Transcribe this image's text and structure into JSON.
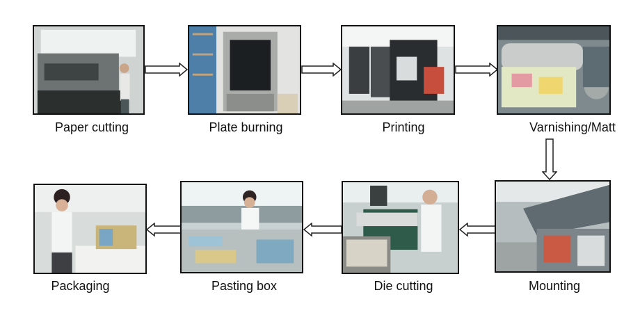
{
  "steps": [
    {
      "label": "Paper cutting",
      "photo": "paper-cutting-machine-photo"
    },
    {
      "label": "Plate burning",
      "photo": "plate-burning-machine-photo"
    },
    {
      "label": "Printing",
      "photo": "printing-press-photo"
    },
    {
      "label": "Varnishing/Matt",
      "photo": "varnishing-machine-photo"
    },
    {
      "label": "Mounting",
      "photo": "mounting-machine-photo"
    },
    {
      "label": "Die cutting",
      "photo": "die-cutting-machine-photo"
    },
    {
      "label": "Pasting box",
      "photo": "pasting-box-workers-photo"
    },
    {
      "label": "Packaging",
      "photo": "packaging-worker-photo"
    }
  ],
  "arrows": [
    "right",
    "right",
    "right",
    "down",
    "left",
    "left",
    "left"
  ]
}
